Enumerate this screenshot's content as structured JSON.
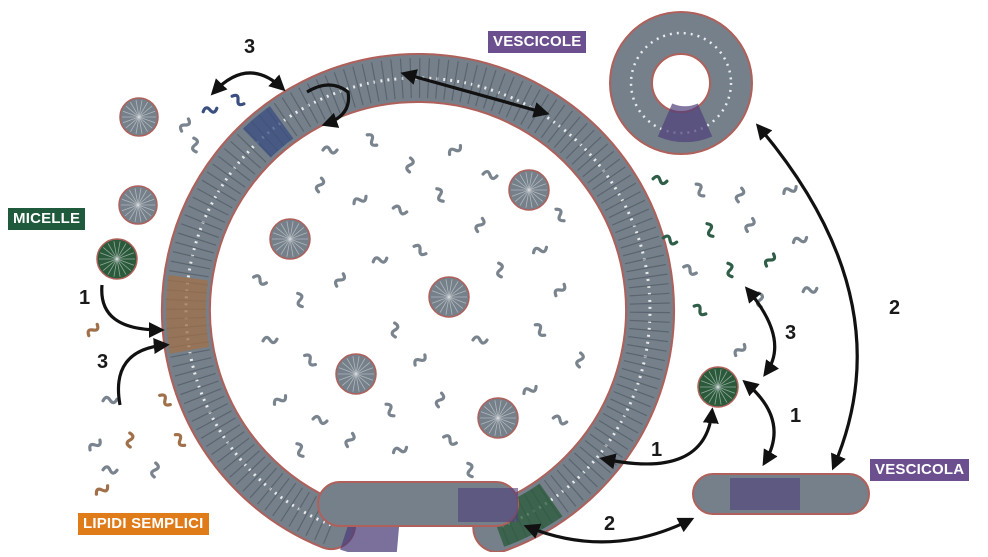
{
  "labels": {
    "vescicole": "VESCICOLE",
    "micelle": "MICELLE",
    "lipidi_semplici": "LIPIDI SEMPLICI",
    "vescicola": "VESCICOLA"
  },
  "step_numbers": {
    "top_left": "3",
    "left_upper": "1",
    "left_lower": "3",
    "right_upper": "3",
    "right_lower": "1",
    "right_long": "2",
    "bottom_middle_right": "1",
    "bottom": "2"
  },
  "colors": {
    "vescicole_label": "#6b4f8f",
    "micelle_label": "#1f5a3c",
    "lipidi_label": "#e07b1a",
    "vescicola_label": "#6b4f8f",
    "membrane": "#75808a",
    "membrane_edge": "#b0605a",
    "lipid_gray": "#7a848e",
    "lipid_green": "#2f5e48",
    "lipid_orange": "#a0704a",
    "lipid_blue": "#3a4e80",
    "purple_patch": "#4f3f7a",
    "green_patch": "#2a5a3a",
    "arrow": "#111111"
  }
}
